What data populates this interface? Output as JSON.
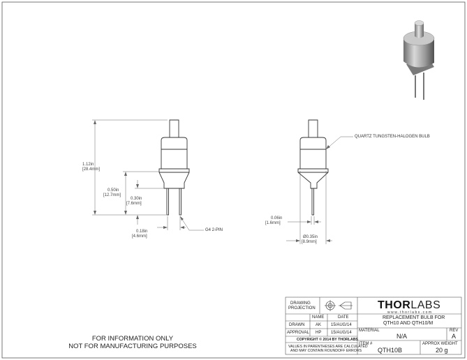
{
  "drawing": {
    "dimensions": {
      "overall_height": {
        "in": "1.12in",
        "mm": "[28.4mm]"
      },
      "base_height": {
        "in": "0.50in",
        "mm": "[12.7mm]"
      },
      "pin_length": {
        "in": "0.30in",
        "mm": "[7.6mm]"
      },
      "pin_spacing": {
        "in": "0.18in",
        "mm": "[4.6mm]"
      },
      "pin_diameter": {
        "in": "0.06in",
        "mm": "[1.6mm]"
      },
      "body_diameter": {
        "in": "Ø0.35in",
        "mm": "[8.9mm]"
      }
    },
    "callouts": {
      "pin_type": "G4 2-PIN",
      "bulb_type": "QUARTZ TUNGSTEN-HALOGEN BULB"
    },
    "disclaimer": [
      "FOR INFORMATION ONLY",
      "NOT FOR MANUFACTURING PURPOSES"
    ]
  },
  "title_block": {
    "drawing_projection_label_1": "DRAWING",
    "drawing_projection_label_2": "PROJECTION",
    "col_name": "NAME",
    "col_date": "DATE",
    "drawn_label": "DRAWN",
    "drawn_name": "AK",
    "drawn_date": "15/AUG/14",
    "approval_label": "APPROVAL",
    "approval_name": "HP",
    "approval_date": "15/AUG/14",
    "copyright": "COPYRIGHT © 2014 BY THORLABS",
    "note_1": "VALUES IN PARENTHESES ARE CALCULATED",
    "note_2": "AND MAY CONTAIN ROUNDOFF ERRORS",
    "logo_bold": "THOR",
    "logo_light": "LABS",
    "logo_url": "www.thorlabs.com",
    "description_1": "REPLACEMENT BULB FOR",
    "description_2": "QTH10 AND QTH10/M",
    "material_label": "MATERIAL",
    "material_value": "N/A",
    "rev_label": "REV",
    "rev_value": "A",
    "item_label": "ITEM #",
    "item_value": "QTH10B",
    "weight_label": "APPROX WEIGHT",
    "weight_value": "20 g"
  }
}
